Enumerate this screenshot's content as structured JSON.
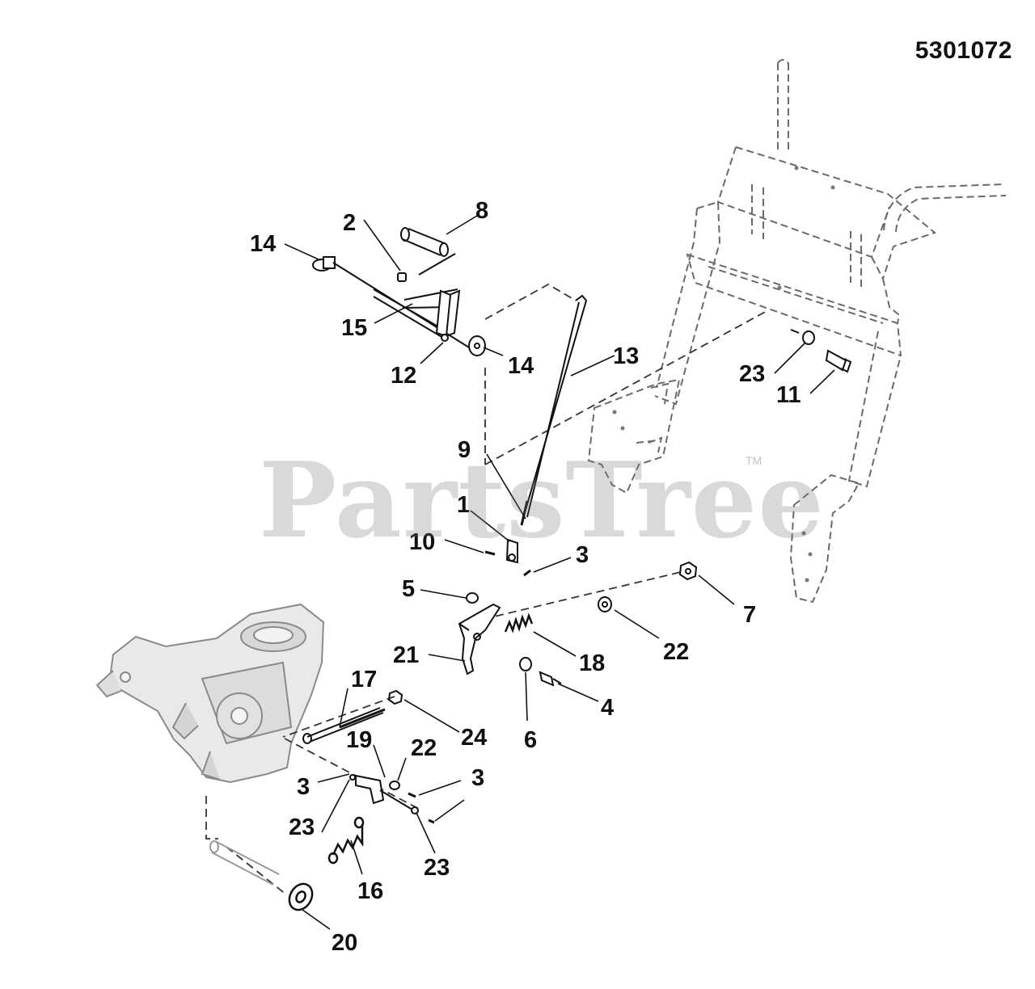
{
  "diagram_code": "5301072",
  "watermark": {
    "text": "PartsTree",
    "mark": "TM"
  },
  "callouts": [
    {
      "label": "14"
    },
    {
      "label": "2"
    },
    {
      "label": "8"
    },
    {
      "label": "15"
    },
    {
      "label": "12"
    },
    {
      "label": "14"
    },
    {
      "label": "13"
    },
    {
      "label": "23"
    },
    {
      "label": "11"
    },
    {
      "label": "9"
    },
    {
      "label": "1"
    },
    {
      "label": "10"
    },
    {
      "label": "3"
    },
    {
      "label": "5"
    },
    {
      "label": "7"
    },
    {
      "label": "21"
    },
    {
      "label": "18"
    },
    {
      "label": "22"
    },
    {
      "label": "17"
    },
    {
      "label": "4"
    },
    {
      "label": "24"
    },
    {
      "label": "6"
    },
    {
      "label": "19"
    },
    {
      "label": "22"
    },
    {
      "label": "3"
    },
    {
      "label": "3"
    },
    {
      "label": "23"
    },
    {
      "label": "23"
    },
    {
      "label": "16"
    },
    {
      "label": "20"
    }
  ]
}
